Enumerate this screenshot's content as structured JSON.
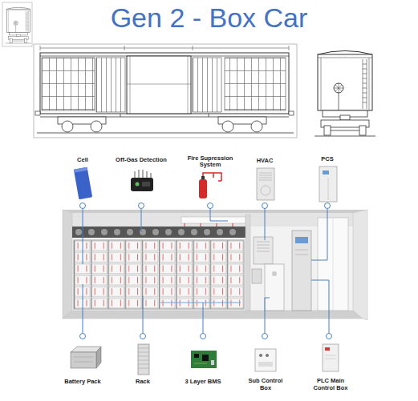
{
  "diagram": {
    "title": "Gen 2 - Box Car",
    "labels": [
      "Cell",
      "Off-Gas Detection",
      "Fire Supression System",
      "HVAC",
      "PCS",
      "Battery Pack",
      "Rack",
      "3 Layer BMS",
      "Sub Control Box",
      "PLC Main Control Box"
    ]
  }
}
